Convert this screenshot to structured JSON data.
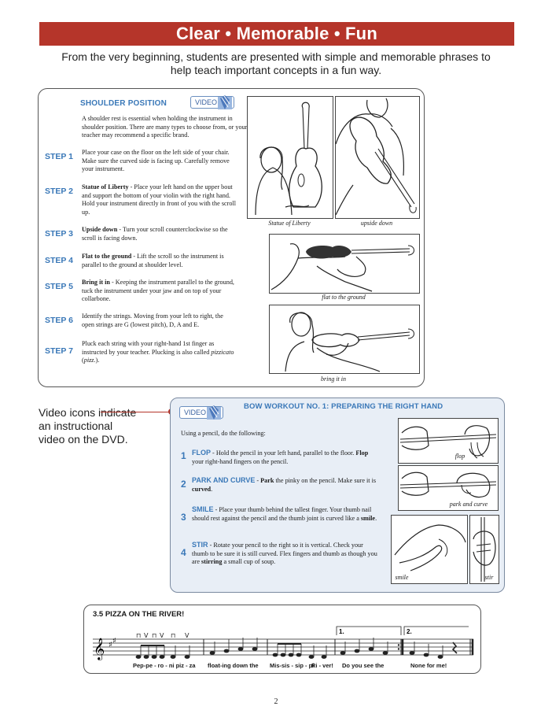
{
  "banner": "Clear • Memorable • Fun",
  "subtitle": "From the very beginning, students are presented with simple and memorable phrases to help teach important concepts in a fun way.",
  "shoulder": {
    "title": "SHOULDER POSITION",
    "video_label": "VIDEO",
    "intro": "A shoulder rest is essential when holding the instrument in shoulder position. There are many types to choose from, or your teacher may recommend a specific brand.",
    "steps": [
      {
        "label": "STEP 1",
        "bold": "",
        "text": "Place your case on the floor on the left side of your chair. Make sure the curved side is facing up. Carefully remove your instrument."
      },
      {
        "label": "STEP 2",
        "bold": "Statue of Liberty",
        "text": " - Place your left hand on the upper bout and support the bottom of your violin with the right hand. Hold your instrument directly in front of you with the scroll up."
      },
      {
        "label": "STEP 3",
        "bold": "Upside down",
        "text": " - Turn your scroll counterclockwise so the scroll is facing down."
      },
      {
        "label": "STEP 4",
        "bold": "Flat to the ground",
        "text": " - Lift the scroll so the instrument is parallel to the ground at shoulder level."
      },
      {
        "label": "STEP 5",
        "bold": "Bring it in",
        "text": " - Keeping the instrument parallel to the ground, tuck the instrument under your jaw and on top of your collarbone."
      },
      {
        "label": "STEP 6",
        "bold": "",
        "text": "Identify the strings. Moving from your left to right, the open strings are G (lowest pitch), D, A and E."
      },
      {
        "label": "STEP 7",
        "bold": "",
        "text": "Pluck each string with your right-hand 1st finger as instructed by your teacher. Plucking is also called "
      },
      {
        "label": "",
        "bold": "",
        "text": ")."
      }
    ],
    "step7_italic1": "pizzicato",
    "step7_mid": " (",
    "step7_italic2": "pizz.",
    "captions": [
      "Statue of Liberty",
      "upside down",
      "flat to the ground",
      "bring it in"
    ]
  },
  "callout": "Video icons indicate an instructional video on the DVD.",
  "bow": {
    "video_label": "VIDEO",
    "title": "BOW WORKOUT NO. 1:  PREPARING THE RIGHT HAND",
    "intro": "Using a pencil, do the following:",
    "items": [
      {
        "num": "1",
        "head": "FLOP",
        "text1": " - Hold the pencil in your left hand, parallel to the floor. ",
        "bold2": "Flop",
        "text2": " your right-hand fingers on the pencil.",
        "bold3": "",
        "text3": ""
      },
      {
        "num": "2",
        "head": "PARK AND CURVE",
        "text1": " - ",
        "bold2": "Park",
        "text2": " the pinky on the pencil. Make sure it is ",
        "bold3": "curved",
        "text3": "."
      },
      {
        "num": "3",
        "head": "SMILE",
        "text1": " - Place your thumb behind the tallest finger. Your thumb nail should rest against the pencil and the thumb joint is curved like a ",
        "bold2": "smile",
        "text2": ".",
        "bold3": "",
        "text3": ""
      },
      {
        "num": "4",
        "head": "STIR",
        "text1": " - Rotate your pencil to the right so it is vertical. Check your thumb to be sure it is still curved. Flex fingers and thumb as though you are ",
        "bold2": "stirring",
        "text2": " a small cup of soup.",
        "bold3": "",
        "text3": ""
      }
    ],
    "captions": [
      "flop",
      "park and curve",
      "smile",
      "stir"
    ]
  },
  "song": {
    "title": "3.5 PIZZA ON THE RIVER!",
    "endings": [
      "1.",
      "2."
    ],
    "lyrics": [
      "Pep-pe - ro - ni  piz - za",
      "float-ing down  the",
      "Mis-sis - sip - pi",
      "Ri - ver!",
      "Do  you  see  the",
      "None  for  me!"
    ]
  },
  "page_number": "2"
}
